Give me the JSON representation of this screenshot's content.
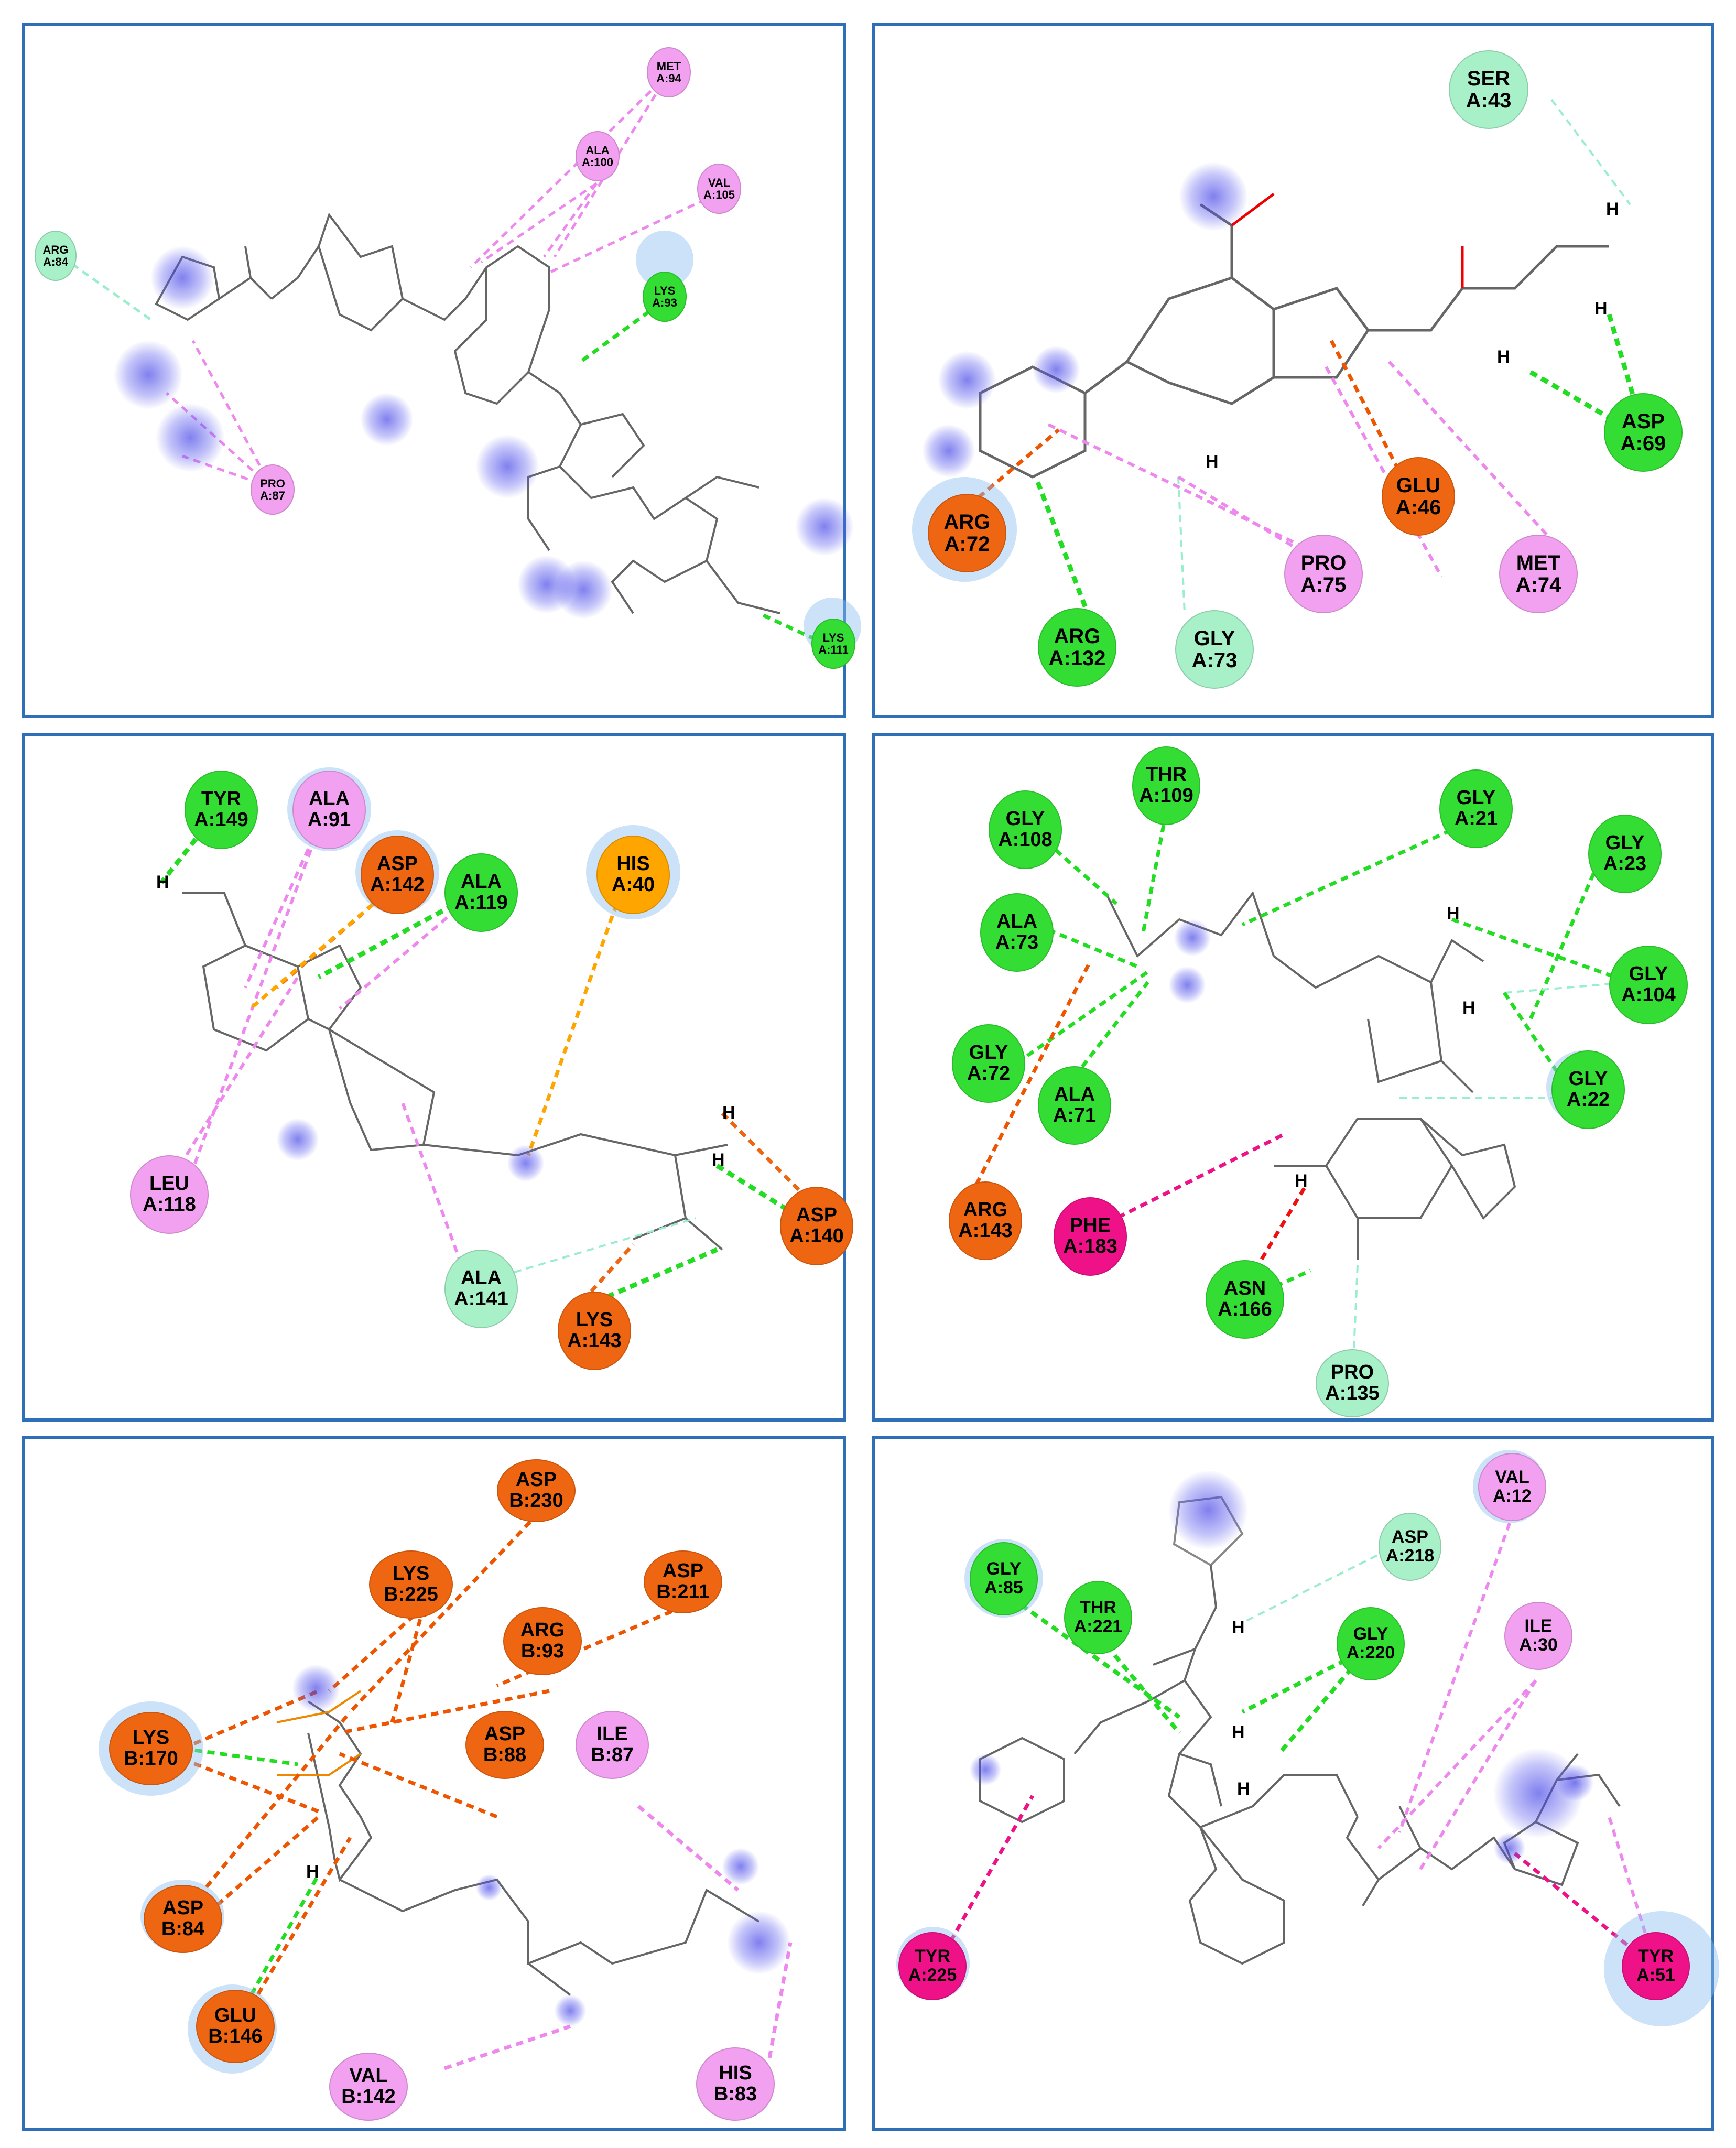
{
  "colors": {
    "border": "#2e6fb7",
    "conventional_hbond": "#22dd22",
    "carbon_hbond": "#99eecc",
    "alkyl_pi": "#ee88ee",
    "salt_bridge": "#ee5500",
    "pi_cation": "#ff9900",
    "pi_pi": "#ee1188",
    "unfavorable": "#ee1111",
    "residue_green": "#33dd33",
    "residue_mint": "#a8f0c8",
    "residue_pink": "#f2a0f0",
    "residue_orange": "#ee6611",
    "residue_amber": "#ffa500",
    "residue_magenta": "#ee1188"
  },
  "panels": [
    {
      "id": "p1",
      "residues": [
        {
          "id": "met94",
          "name": "MET",
          "num": "A:94",
          "type": "pink"
        },
        {
          "id": "ala100",
          "name": "ALA",
          "num": "A:100",
          "type": "pink"
        },
        {
          "id": "val105",
          "name": "VAL",
          "num": "A:105",
          "type": "pink"
        },
        {
          "id": "arg84",
          "name": "ARG",
          "num": "A:84",
          "type": "mint"
        },
        {
          "id": "lys93",
          "name": "LYS",
          "num": "A:93",
          "type": "green"
        },
        {
          "id": "pro87",
          "name": "PRO",
          "num": "A:87",
          "type": "pink"
        },
        {
          "id": "lys111",
          "name": "LYS",
          "num": "A:111",
          "type": "green"
        }
      ]
    },
    {
      "id": "p2",
      "residues": [
        {
          "id": "ser43",
          "name": "SER",
          "num": "A:43",
          "type": "mint"
        },
        {
          "id": "asp69",
          "name": "ASP",
          "num": "A:69",
          "type": "green"
        },
        {
          "id": "glu46",
          "name": "GLU",
          "num": "A:46",
          "type": "orange"
        },
        {
          "id": "arg72",
          "name": "ARG",
          "num": "A:72",
          "type": "orange"
        },
        {
          "id": "pro75",
          "name": "PRO",
          "num": "A:75",
          "type": "pink"
        },
        {
          "id": "met74",
          "name": "MET",
          "num": "A:74",
          "type": "pink"
        },
        {
          "id": "arg132",
          "name": "ARG",
          "num": "A:132",
          "type": "green"
        },
        {
          "id": "gly73",
          "name": "GLY",
          "num": "A:73",
          "type": "mint"
        }
      ],
      "atoms": [
        {
          "label": "H",
          "color": "#000000"
        },
        {
          "label": "H",
          "color": "#000000"
        },
        {
          "label": "H",
          "color": "#000000"
        },
        {
          "label": "H",
          "color": "#000000"
        }
      ]
    },
    {
      "id": "p3",
      "residues": [
        {
          "id": "tyr149",
          "name": "TYR",
          "num": "A:149",
          "type": "green"
        },
        {
          "id": "ala91",
          "name": "ALA",
          "num": "A:91",
          "type": "pink"
        },
        {
          "id": "asp142",
          "name": "ASP",
          "num": "A:142",
          "type": "orange"
        },
        {
          "id": "ala119",
          "name": "ALA",
          "num": "A:119",
          "type": "green"
        },
        {
          "id": "his40",
          "name": "HIS",
          "num": "A:40",
          "type": "amber"
        },
        {
          "id": "leu118",
          "name": "LEU",
          "num": "A:118",
          "type": "pink"
        },
        {
          "id": "ala141",
          "name": "ALA",
          "num": "A:141",
          "type": "mint"
        },
        {
          "id": "lys143",
          "name": "LYS",
          "num": "A:143",
          "type": "orange"
        },
        {
          "id": "asp140",
          "name": "ASP",
          "num": "A:140",
          "type": "orange"
        }
      ],
      "atoms": [
        {
          "label": "H",
          "color": "#000000"
        },
        {
          "label": "H",
          "color": "#000000"
        },
        {
          "label": "H",
          "color": "#000000"
        }
      ]
    },
    {
      "id": "p4",
      "residues": [
        {
          "id": "thr109",
          "name": "THR",
          "num": "A:109",
          "type": "green"
        },
        {
          "id": "gly108",
          "name": "GLY",
          "num": "A:108",
          "type": "green"
        },
        {
          "id": "gly21",
          "name": "GLY",
          "num": "A:21",
          "type": "green"
        },
        {
          "id": "gly23",
          "name": "GLY",
          "num": "A:23",
          "type": "green"
        },
        {
          "id": "ala73",
          "name": "ALA",
          "num": "A:73",
          "type": "green"
        },
        {
          "id": "gly104",
          "name": "GLY",
          "num": "A:104",
          "type": "green"
        },
        {
          "id": "gly72",
          "name": "GLY",
          "num": "A:72",
          "type": "green"
        },
        {
          "id": "ala71",
          "name": "ALA",
          "num": "A:71",
          "type": "green"
        },
        {
          "id": "gly22",
          "name": "GLY",
          "num": "A:22",
          "type": "green"
        },
        {
          "id": "arg143",
          "name": "ARG",
          "num": "A:143",
          "type": "orange"
        },
        {
          "id": "phe183",
          "name": "PHE",
          "num": "A:183",
          "type": "magenta"
        },
        {
          "id": "asn166",
          "name": "ASN",
          "num": "A:166",
          "type": "green"
        },
        {
          "id": "pro135",
          "name": "PRO",
          "num": "A:135",
          "type": "mint"
        }
      ],
      "atoms": [
        {
          "label": "H",
          "color": "#000000"
        },
        {
          "label": "H",
          "color": "#000000"
        },
        {
          "label": "H",
          "color": "#000000"
        }
      ]
    },
    {
      "id": "p5",
      "residues": [
        {
          "id": "asp230",
          "name": "ASP",
          "num": "B:230",
          "type": "orange"
        },
        {
          "id": "lys225",
          "name": "LYS",
          "num": "B:225",
          "type": "orange"
        },
        {
          "id": "asp211",
          "name": "ASP",
          "num": "B:211",
          "type": "orange"
        },
        {
          "id": "arg93",
          "name": "ARG",
          "num": "B:93",
          "type": "orange"
        },
        {
          "id": "asp88",
          "name": "ASP",
          "num": "B:88",
          "type": "orange"
        },
        {
          "id": "ile87",
          "name": "ILE",
          "num": "B:87",
          "type": "pink"
        },
        {
          "id": "lys170",
          "name": "LYS",
          "num": "B:170",
          "type": "orange"
        },
        {
          "id": "asp84",
          "name": "ASP",
          "num": "B:84",
          "type": "orange"
        },
        {
          "id": "glu146",
          "name": "GLU",
          "num": "B:146",
          "type": "orange"
        },
        {
          "id": "val142",
          "name": "VAL",
          "num": "B:142",
          "type": "pink"
        },
        {
          "id": "his83",
          "name": "HIS",
          "num": "B:83",
          "type": "pink"
        }
      ],
      "atoms": [
        {
          "label": "H",
          "color": "#000000"
        }
      ]
    },
    {
      "id": "p6",
      "residues": [
        {
          "id": "val12",
          "name": "VAL",
          "num": "A:12",
          "type": "pink"
        },
        {
          "id": "gly85",
          "name": "GLY",
          "num": "A:85",
          "type": "green"
        },
        {
          "id": "asp218",
          "name": "ASP",
          "num": "A:218",
          "type": "mint"
        },
        {
          "id": "thr221",
          "name": "THR",
          "num": "A:221",
          "type": "green"
        },
        {
          "id": "gly220",
          "name": "GLY",
          "num": "A:220",
          "type": "green"
        },
        {
          "id": "ile30",
          "name": "ILE",
          "num": "A:30",
          "type": "pink"
        },
        {
          "id": "tyr225",
          "name": "TYR",
          "num": "A:225",
          "type": "magenta"
        },
        {
          "id": "tyr51",
          "name": "TYR",
          "num": "A:51",
          "type": "magenta"
        }
      ],
      "atoms": [
        {
          "label": "H",
          "color": "#000000"
        },
        {
          "label": "H",
          "color": "#000000"
        },
        {
          "label": "H",
          "color": "#000000"
        }
      ]
    }
  ]
}
